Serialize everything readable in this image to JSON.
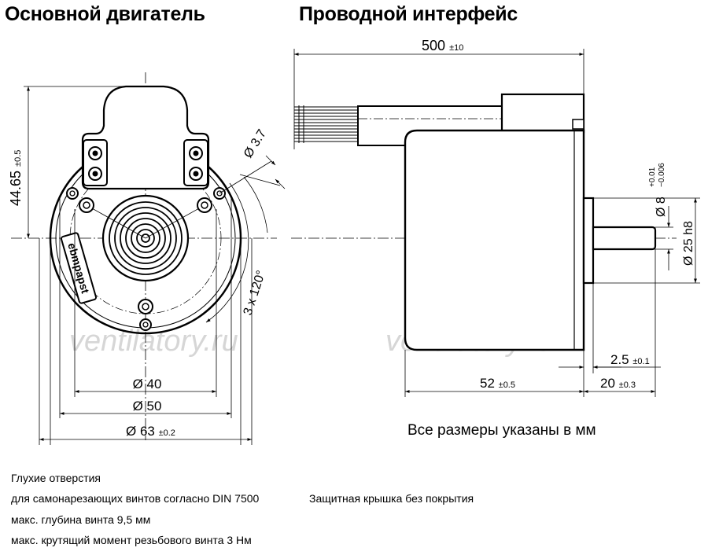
{
  "headings": {
    "left": "Основной двигатель",
    "right": "Проводной интерфейс"
  },
  "dimensions": {
    "cable_length": "500",
    "cable_length_tol": "±10",
    "height": "44.65",
    "height_tol": "±0.5",
    "hole_dia": "Ø 3.7",
    "hole_pattern": "3 x 120°",
    "pcd_40": "Ø 40",
    "pcd_50": "Ø 50",
    "outer_dia": "Ø 63",
    "outer_dia_tol": "±0.2",
    "shaft_dia": "Ø 8",
    "shaft_tol_upper": "+0.01",
    "shaft_tol_lower": "−0.006",
    "pilot_dia": "Ø 25 h8",
    "flange": "2.5",
    "flange_tol": "±0.1",
    "body_length": "52",
    "body_length_tol": "±0.5",
    "shaft_length": "20",
    "shaft_length_tol": "±0.3"
  },
  "units_note": "Все размеры указаны в мм",
  "notes_left": [
    "Глухие отверстия",
    "для самонарезающих винтов согласно DIN 7500",
    "макс. глубина винта 9,5 мм",
    "макс. крутящий момент резьбового винта 3 Нм"
  ],
  "note_right": "Защитная крышка без покрытия",
  "brand": "ebmpapst",
  "watermark": "ventilatory.ru"
}
